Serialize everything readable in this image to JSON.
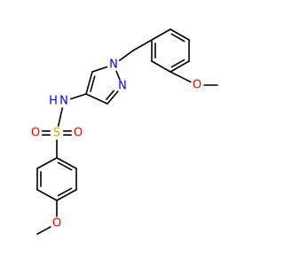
{
  "molecule": {
    "atom_colors": {
      "C": "#000000",
      "N": "#0000ff",
      "O": "#ff0000",
      "S": "#b8b800"
    },
    "atoms": [
      {
        "id": "meo1_CH3",
        "el": "C",
        "label": ""
      },
      {
        "id": "meo1_O",
        "el": "O",
        "label": "O"
      },
      {
        "id": "ring1_C1",
        "el": "C",
        "label": ""
      },
      {
        "id": "ring1_C2",
        "el": "C",
        "label": ""
      },
      {
        "id": "ring1_C3",
        "el": "C",
        "label": ""
      },
      {
        "id": "ring1_C4",
        "el": "C",
        "label": ""
      },
      {
        "id": "ring1_C5",
        "el": "C",
        "label": ""
      },
      {
        "id": "ring1_C6",
        "el": "C",
        "label": ""
      },
      {
        "id": "CH2",
        "el": "C",
        "label": ""
      },
      {
        "id": "pz_N1",
        "el": "N",
        "label": "N"
      },
      {
        "id": "pz_N2",
        "el": "N",
        "label": "N"
      },
      {
        "id": "pz_C3",
        "el": "C",
        "label": ""
      },
      {
        "id": "pz_C4",
        "el": "C",
        "label": ""
      },
      {
        "id": "pz_C5",
        "el": "C",
        "label": ""
      },
      {
        "id": "NH",
        "el": "N",
        "label": "N"
      },
      {
        "id": "NH_H",
        "el": "N",
        "label": "H"
      },
      {
        "id": "S",
        "el": "S",
        "label": "S"
      },
      {
        "id": "SO_a",
        "el": "O",
        "label": "O"
      },
      {
        "id": "SO_b",
        "el": "O",
        "label": "O"
      },
      {
        "id": "ring2_C1",
        "el": "C",
        "label": ""
      },
      {
        "id": "ring2_C2",
        "el": "C",
        "label": ""
      },
      {
        "id": "ring2_C3",
        "el": "C",
        "label": ""
      },
      {
        "id": "ring2_C4",
        "el": "C",
        "label": ""
      },
      {
        "id": "ring2_C5",
        "el": "C",
        "label": ""
      },
      {
        "id": "ring2_C6",
        "el": "C",
        "label": ""
      },
      {
        "id": "meo2_O",
        "el": "O",
        "label": "O"
      },
      {
        "id": "meo2_CH3",
        "el": "C",
        "label": ""
      }
    ],
    "bonds": [
      [
        "meo1_CH3",
        "meo1_O",
        1
      ],
      [
        "meo1_O",
        "ring1_C4",
        1
      ],
      [
        "ring1_C1",
        "ring1_C2",
        2
      ],
      [
        "ring1_C2",
        "ring1_C3",
        1
      ],
      [
        "ring1_C3",
        "ring1_C4",
        2
      ],
      [
        "ring1_C4",
        "ring1_C5",
        1
      ],
      [
        "ring1_C5",
        "ring1_C6",
        2
      ],
      [
        "ring1_C6",
        "ring1_C1",
        1
      ],
      [
        "ring1_C6",
        "CH2",
        1
      ],
      [
        "CH2",
        "pz_N1",
        1
      ],
      [
        "pz_N1",
        "pz_N2",
        1
      ],
      [
        "pz_N2",
        "pz_C3",
        2
      ],
      [
        "pz_C3",
        "pz_C4",
        1
      ],
      [
        "pz_C4",
        "pz_C5",
        2
      ],
      [
        "pz_C5",
        "pz_N1",
        1
      ],
      [
        "pz_C4",
        "NH",
        1
      ],
      [
        "NH",
        "S",
        1
      ],
      [
        "S",
        "SO_a",
        2
      ],
      [
        "S",
        "SO_b",
        2
      ],
      [
        "S",
        "ring2_C1",
        1
      ],
      [
        "ring2_C1",
        "ring2_C2",
        2
      ],
      [
        "ring2_C2",
        "ring2_C3",
        1
      ],
      [
        "ring2_C3",
        "ring2_C4",
        2
      ],
      [
        "ring2_C4",
        "ring2_C5",
        1
      ],
      [
        "ring2_C5",
        "ring2_C6",
        2
      ],
      [
        "ring2_C6",
        "ring2_C1",
        1
      ],
      [
        "ring2_C4",
        "meo2_O",
        1
      ],
      [
        "meo2_O",
        "meo2_CH3",
        1
      ]
    ]
  }
}
